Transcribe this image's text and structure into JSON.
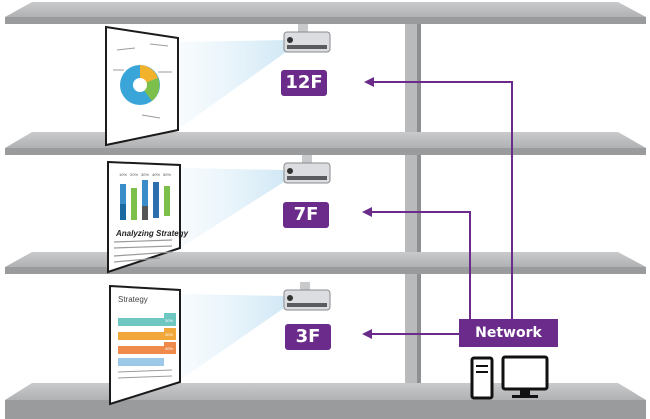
{
  "floors": [
    {
      "label": "12F"
    },
    {
      "label": "7F"
    },
    {
      "label": "3F"
    }
  ],
  "network": {
    "label": "Network"
  },
  "screens": {
    "middle": {
      "title": "Analyzing Strategy",
      "col_headers": [
        "10%",
        "20%",
        "30%",
        "40%",
        "50%"
      ]
    },
    "bottom": {
      "title": "Strategy",
      "badges": [
        "30%",
        "30%",
        "40%"
      ]
    }
  },
  "colors": {
    "accent": "#6a2b8a",
    "shelf": "#b5b6b8",
    "shelf_edge": "#8b8c8e"
  }
}
